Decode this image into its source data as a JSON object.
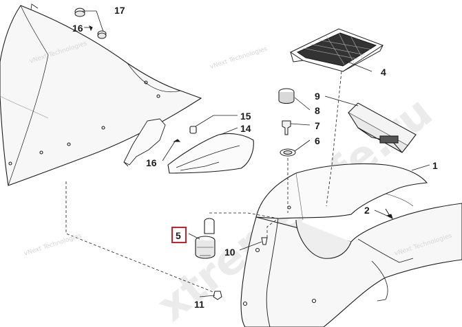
{
  "diagram": {
    "highlight_color": "#cc1f2b",
    "line_color": "#1a1a1a",
    "watermarks": {
      "vendor": [
        "vNext Technologies",
        "vNext Technologies",
        "vNext Technologies",
        "vNext Technologies"
      ],
      "site": "xtreme-life.ru"
    },
    "callouts": [
      {
        "id": "c1",
        "label": "1"
      },
      {
        "id": "c2",
        "label": "2"
      },
      {
        "id": "c4",
        "label": "4"
      },
      {
        "id": "c5",
        "label": "5",
        "highlighted": true
      },
      {
        "id": "c6",
        "label": "6"
      },
      {
        "id": "c7",
        "label": "7"
      },
      {
        "id": "c8",
        "label": "8"
      },
      {
        "id": "c9",
        "label": "9"
      },
      {
        "id": "c10",
        "label": "10"
      },
      {
        "id": "c11",
        "label": "11"
      },
      {
        "id": "c14",
        "label": "14"
      },
      {
        "id": "c15",
        "label": "15"
      },
      {
        "id": "c16a",
        "label": "16"
      },
      {
        "id": "c16b",
        "label": "16"
      },
      {
        "id": "c17",
        "label": "17"
      }
    ]
  }
}
